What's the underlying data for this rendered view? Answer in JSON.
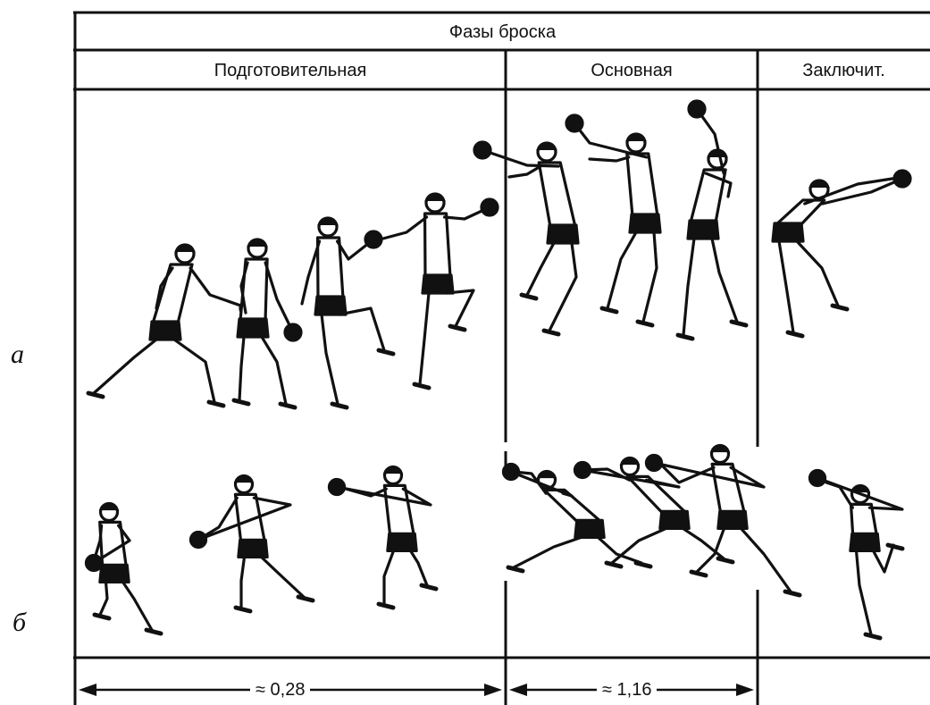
{
  "header": {
    "title": "Фазы броска",
    "phases": [
      {
        "label": "Подготовительная"
      },
      {
        "label": "Основная"
      },
      {
        "label": "Заключит."
      }
    ]
  },
  "rows": [
    {
      "label": "а"
    },
    {
      "label": "б"
    }
  ],
  "durations": [
    {
      "label": "≈ 0,28"
    },
    {
      "label": "≈ 1,16"
    }
  ],
  "icons": [
    "thrower-figure-icon",
    "ball-icon",
    "double-arrow-icon"
  ],
  "colors": {
    "ink": "#111111",
    "paper": "#ffffff"
  }
}
